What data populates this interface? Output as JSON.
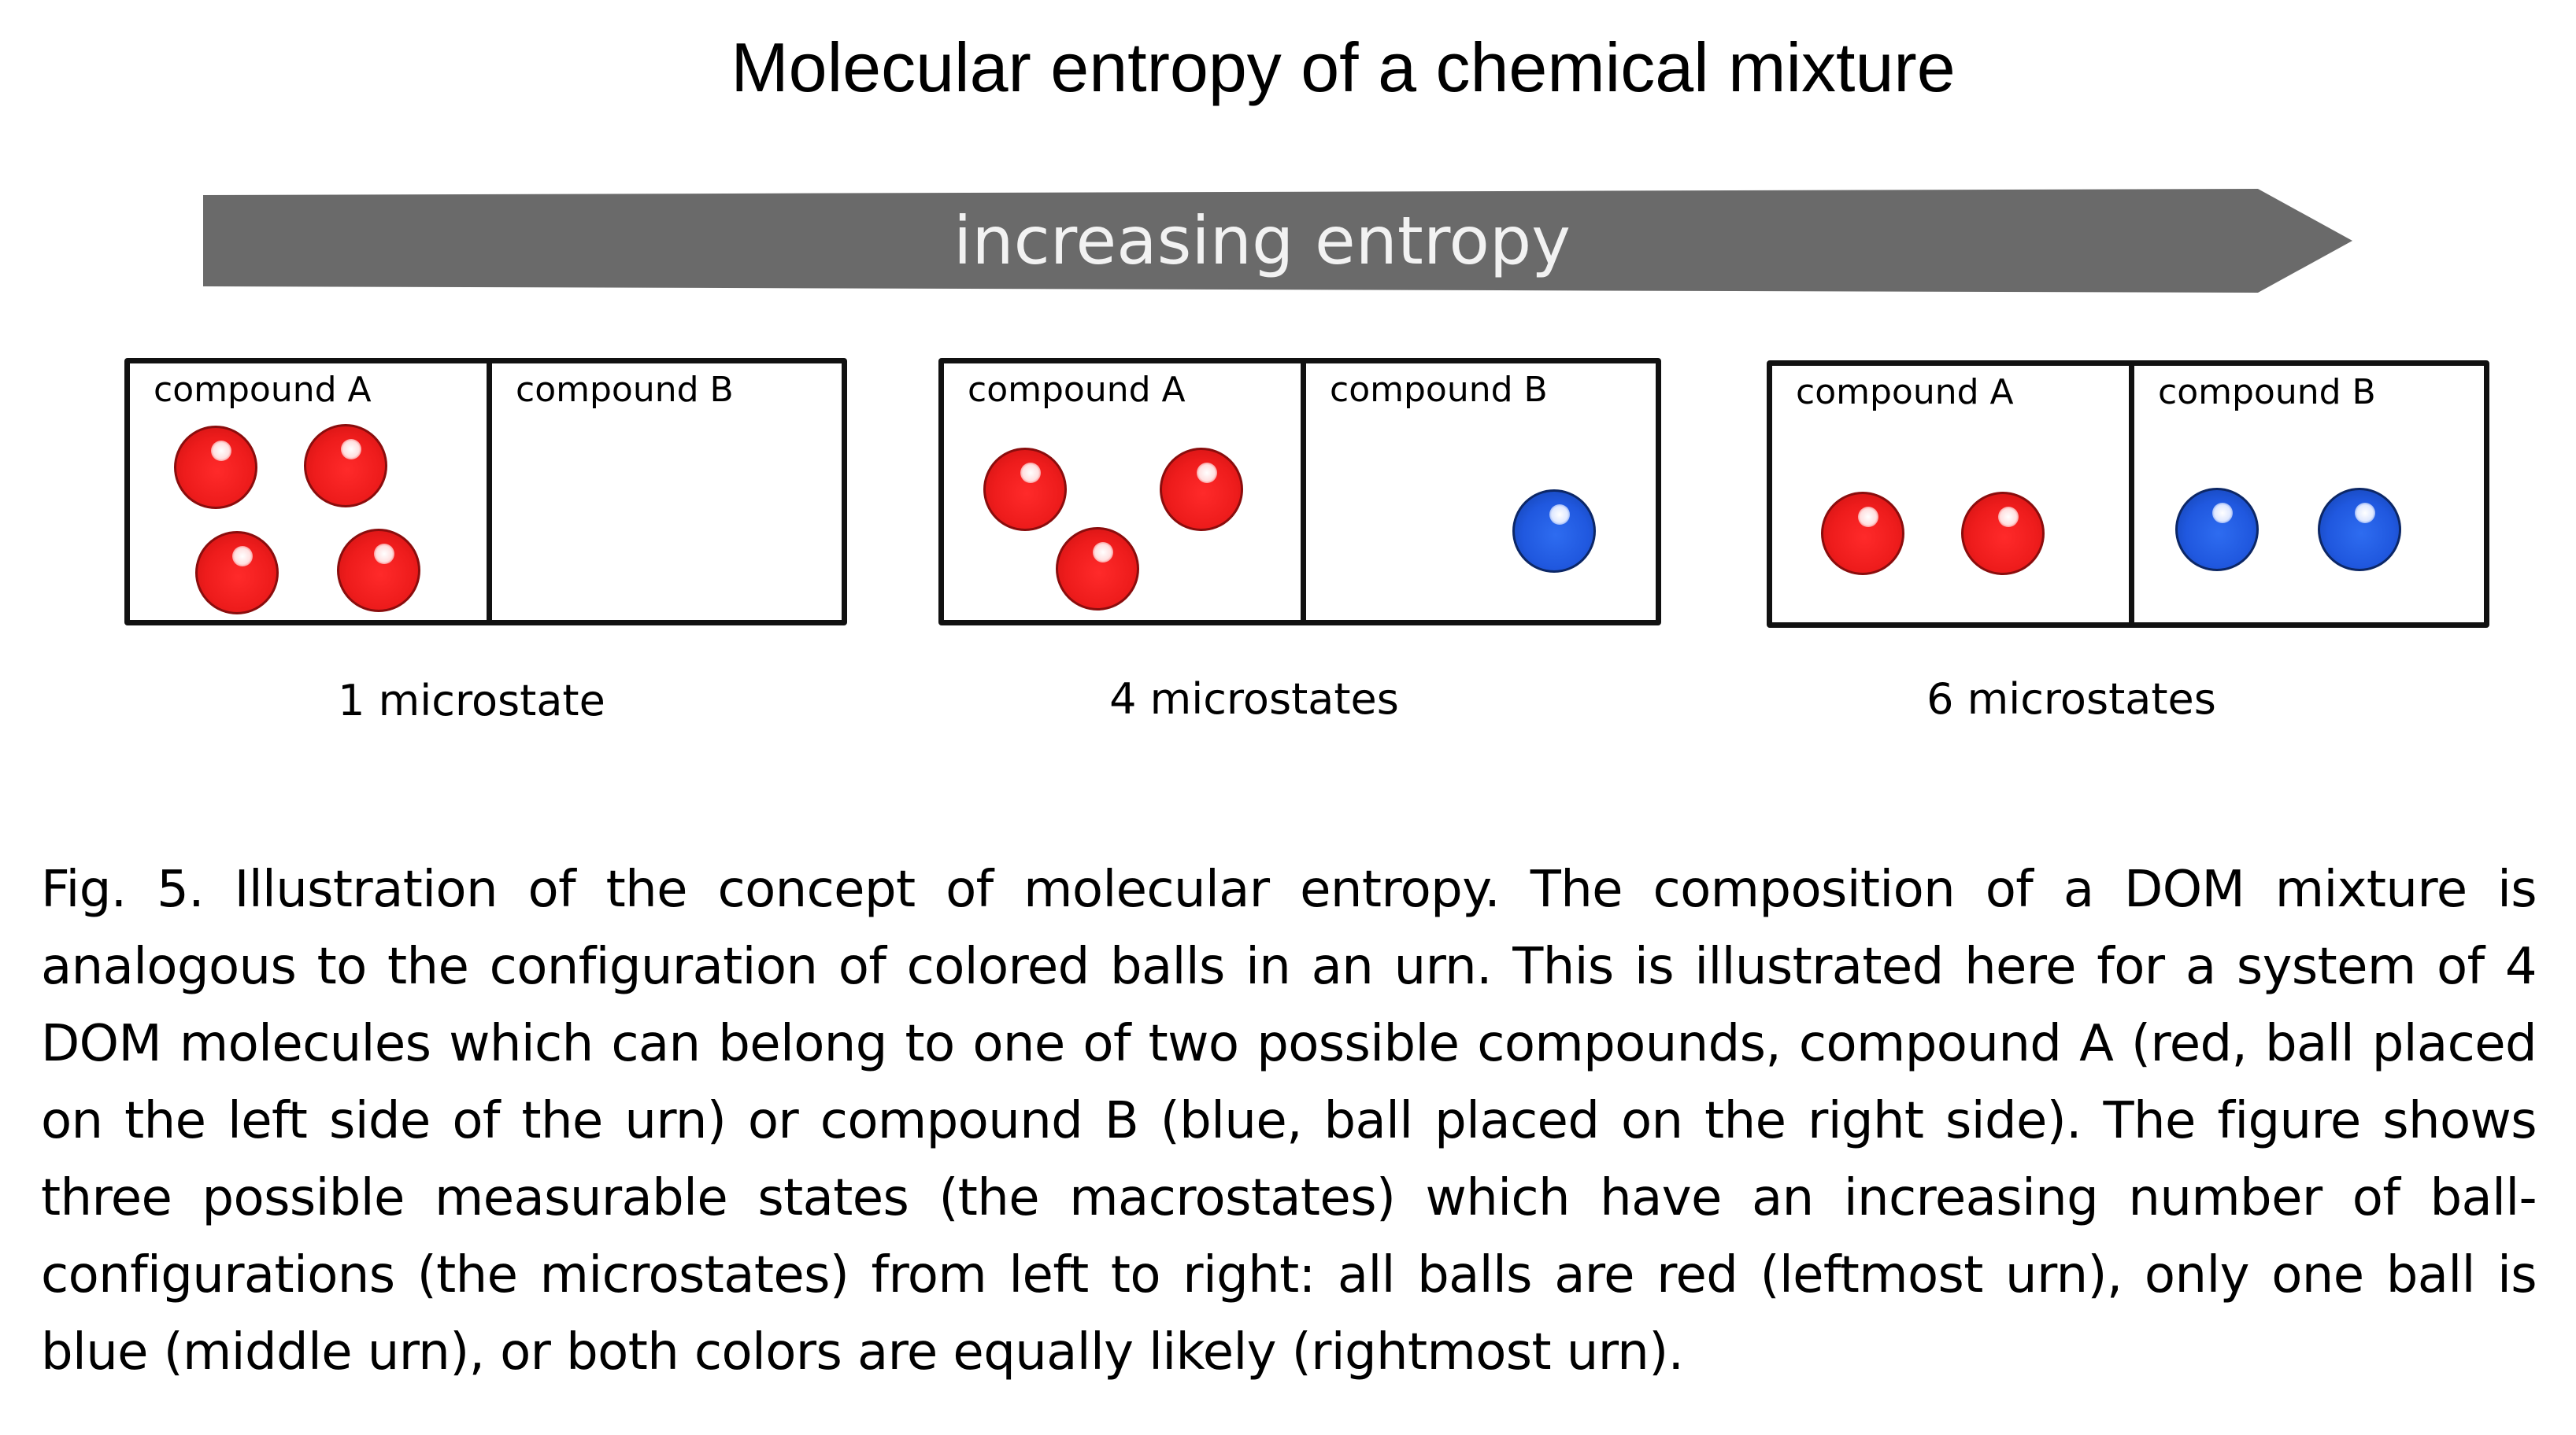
{
  "figure": {
    "title": "Molecular entropy of a chemical mixture",
    "arrow_label": "increasing entropy",
    "arrow_color": "#6a6a6a",
    "ball_colors": {
      "red": "#ee1c1c",
      "blue": "#2058df"
    },
    "urns": [
      {
        "left_label": "compound A",
        "right_label": "compound B",
        "red_balls": 4,
        "blue_balls": 0,
        "microstate_label": "1 microstate"
      },
      {
        "left_label": "compound A",
        "right_label": "compound B",
        "red_balls": 3,
        "blue_balls": 1,
        "microstate_label": "4 microstates"
      },
      {
        "left_label": "compound A",
        "right_label": "compound B",
        "red_balls": 2,
        "blue_balls": 2,
        "microstate_label": "6 microstates"
      }
    ]
  },
  "caption": "Fig. 5. Illustration of the concept of molecular entropy. The composition of a DOM mixture is analogous to the configuration of colored balls in an urn. This is illustrated here for a system of 4 DOM molecules which can belong to one of two possible compounds, compound A (red, ball placed on the left side of the urn) or compound B (blue, ball placed on the right side). The figure shows three possible measurable states (the macrostates) which have an increasing number of ball-configurations (the microstates) from left to right: all balls are red (leftmost urn), only one ball is blue (middle urn), or both colors are equally likely (rightmost urn)."
}
